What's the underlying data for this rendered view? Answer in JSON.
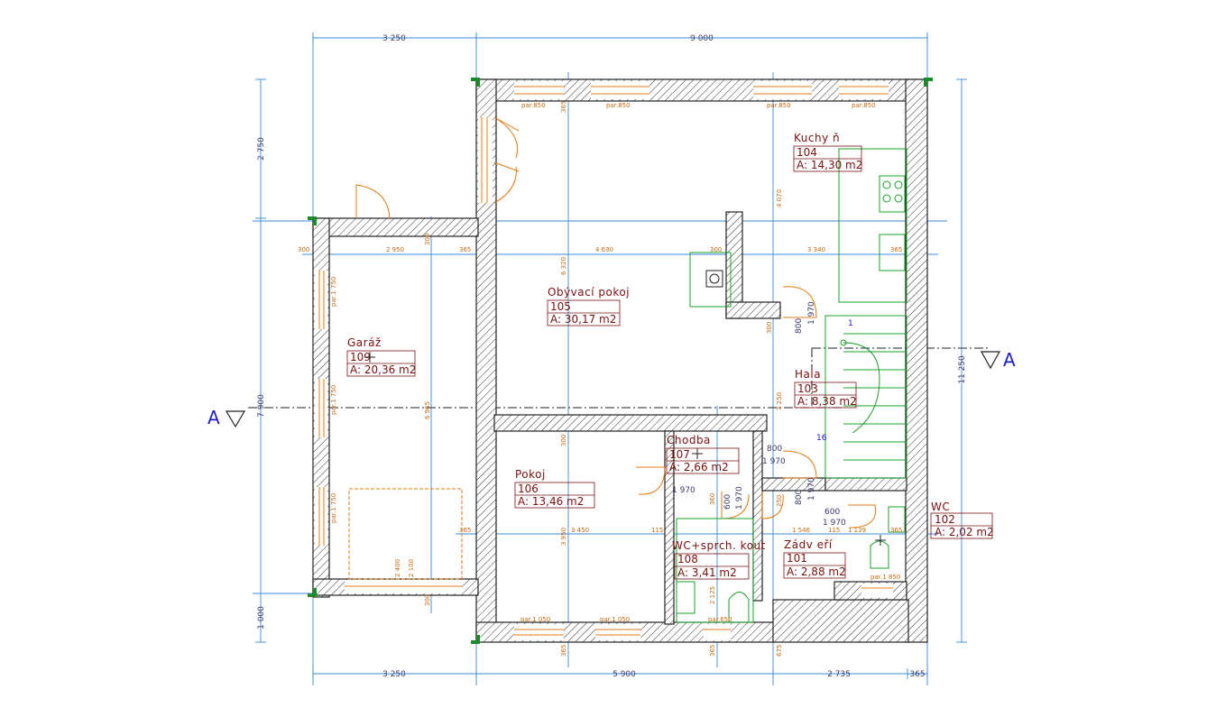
{
  "dimensions": {
    "top": [
      {
        "id": "top-left",
        "text": "3 250"
      },
      {
        "id": "top-right",
        "text": "9 000"
      }
    ],
    "bottom": [
      {
        "id": "bottom-1",
        "text": "3 250"
      },
      {
        "id": "bottom-2",
        "text": "5 900"
      },
      {
        "id": "bottom-3",
        "text": "2 735"
      },
      {
        "id": "bottom-4",
        "text": "365"
      }
    ],
    "left": [
      {
        "id": "left-1",
        "text": "2 750"
      },
      {
        "id": "left-2",
        "text": "7 900"
      },
      {
        "id": "left-3",
        "text": "1 000"
      }
    ],
    "right": [
      {
        "id": "right-1",
        "text": "11 250"
      }
    ]
  },
  "section_marks": {
    "left": "A",
    "right": "A"
  },
  "rooms": [
    {
      "id": "kuchyn",
      "name": "Kuchy ň",
      "number": "104",
      "area": "A: 14,30 m2"
    },
    {
      "id": "obyvaci",
      "name": "Obývací pokoj",
      "number": "105",
      "area": "A: 30,17 m2"
    },
    {
      "id": "garaz",
      "name": "Garáž",
      "number": "109",
      "area": "A: 20,36 m2"
    },
    {
      "id": "hala",
      "name": "Hala",
      "number": "103",
      "area": "A: 8,38 m2"
    },
    {
      "id": "chodba",
      "name": "Chodba",
      "number": "107",
      "area": "A: 2,66 m2"
    },
    {
      "id": "pokoj",
      "name": "Pokoj",
      "number": "106",
      "area": "A: 13,46 m2"
    },
    {
      "id": "wcsprch",
      "name": "WC+sprch. kout",
      "number": "108",
      "area": "A: 3,41 m2"
    },
    {
      "id": "zadveri",
      "name": "Zádv eří",
      "number": "101",
      "area": "A: 2,88 m2"
    },
    {
      "id": "wc",
      "name": "WC",
      "number": "102",
      "area": "A: 2,02 m2"
    }
  ],
  "annotations": {
    "par850_1": "par.850",
    "par850_2": "par.850",
    "par850_3": "par.850",
    "par850_4": "par.850",
    "par1750_1": "par.1 750",
    "par1750_2": "par.1 750",
    "par1750_3": "par.1 750",
    "par1050_1": "par.1 050",
    "par1050_2": "par.1 050",
    "par650": "par.650",
    "par1850": "par.1 850",
    "d365a": "365",
    "d365b": "365",
    "d365c": "365",
    "d365d": "365",
    "d365e": "365",
    "d365f": "365",
    "d365g": "365",
    "d300a": "300",
    "d300b": "300",
    "d300c": "300",
    "d300d": "300",
    "d300e": "300",
    "d300f": "300",
    "d2950": "2 950",
    "d4630": "4 630",
    "d3340": "3 340",
    "d6320": "6 320",
    "d4070": "4 070",
    "d6965": "6 965",
    "d3250v": "3 250",
    "d3950": "3 950",
    "d3450": "3 450",
    "d1546": "1 546",
    "d115a": "115",
    "d115b": "115",
    "d1139": "1 139",
    "d2400": "2 400",
    "d2100": "2 100",
    "d2125": "2 125",
    "d675": "675",
    "d250": "250",
    "d360": "360",
    "d800a": "800",
    "d800b": "800",
    "d800c": "800",
    "d1970a": "1 970",
    "d1970b": "1 970",
    "d1970c": "1 970",
    "d1970d": "1 970",
    "d1970e": "1 970",
    "d1970f": "1 970",
    "d600a": "600",
    "d600b": "600",
    "stair1": "1",
    "stair16": "16"
  }
}
